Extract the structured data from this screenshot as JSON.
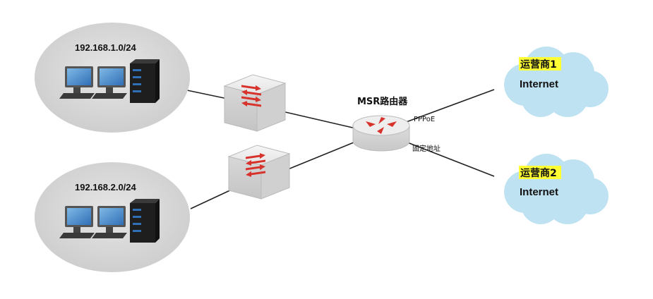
{
  "lans": [
    {
      "subnet": "192.168.1.0/24"
    },
    {
      "subnet": "192.168.2.0/24"
    }
  ],
  "router": {
    "label": "MSR路由器"
  },
  "links": {
    "uplink_1": "PPPoE",
    "uplink_2": "固定地址"
  },
  "isps": [
    {
      "name": "运营商1",
      "network": "Internet"
    },
    {
      "name": "运营商2",
      "network": "Internet"
    }
  ],
  "colors": {
    "lan_area": "#d6d6d6",
    "cloud": "#bfe2f2",
    "isp_highlight": "#ffff33",
    "arrow": "#d8322c"
  }
}
